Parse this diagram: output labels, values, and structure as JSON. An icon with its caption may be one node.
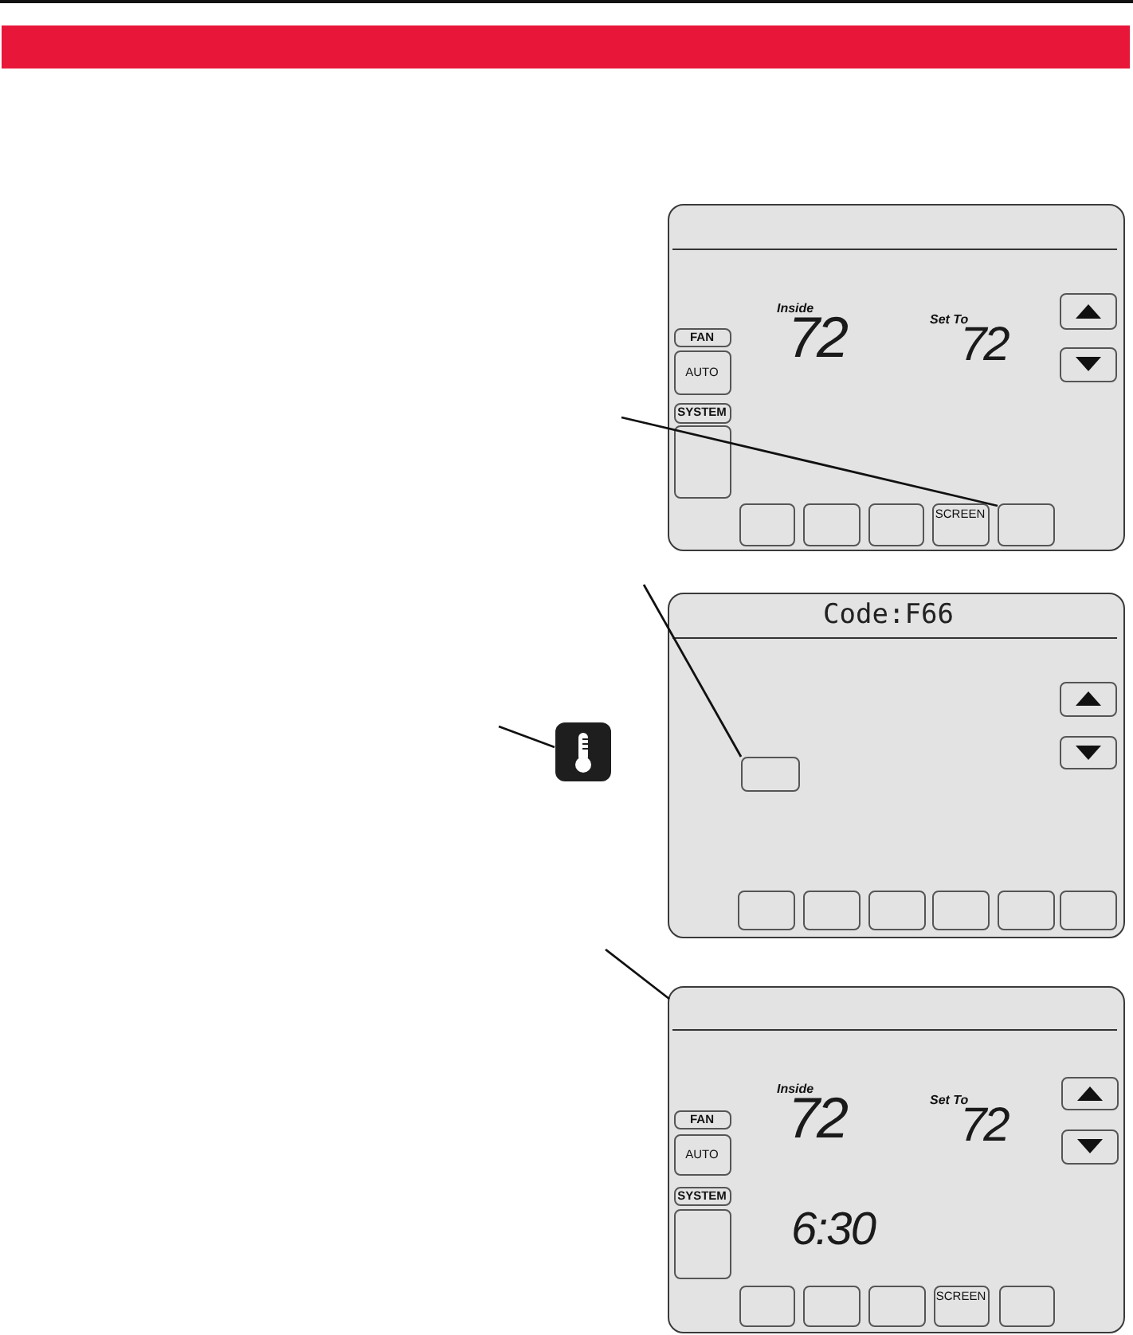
{
  "diagram": {
    "nodes": [
      {
        "text": [
          "Inside",
          "72",
          "Set To",
          "72"
        ]
      },
      {
        "text": [
          "FAN"
        ],
        "in": 0
      },
      {
        "text": [
          "AUTO"
        ],
        "in": 0
      },
      {
        "text": [
          "SYSTEM"
        ],
        "in": 0
      },
      {
        "text": [],
        "shape": "box",
        "in": 0
      },
      {
        "text": [],
        "shape": "box",
        "in": 0
      },
      {
        "text": [],
        "shape": "box",
        "in": 0
      },
      {
        "text": [],
        "shape": "box",
        "in": 0
      },
      {
        "text": [],
        "shape": "box",
        "in": 0
      },
      {
        "text": [],
        "shape": "box",
        "in": 0
      },
      {
        "text": [
          "SCREEN"
        ],
        "in": 0
      },
      {
        "text": [],
        "shape": "box",
        "in": 0
      },
      {
        "text": [
          "Code:F66"
        ]
      },
      {
        "text": [],
        "shape": "box",
        "in": 12
      },
      {
        "text": [],
        "shape": "box",
        "in": 12
      },
      {
        "text": [],
        "shape": "box",
        "in": 12
      },
      {
        "text": [],
        "shape": "box",
        "in": 12
      },
      {
        "text": [],
        "shape": "box",
        "in": 12
      },
      {
        "text": [],
        "shape": "box",
        "in": 12
      },
      {
        "text": [],
        "shape": "box",
        "in": 12
      },
      {
        "text": [],
        "shape": "box",
        "in": 12
      },
      {
        "text": [],
        "shape": "box",
        "in": 12
      },
      {
        "text": [],
        "shape": "picture"
      },
      {
        "text": [
          "Inside",
          "72",
          "Set To",
          "72",
          "6:30"
        ]
      },
      {
        "text": [
          "FAN"
        ],
        "in": 23
      },
      {
        "text": [
          "AUTO"
        ],
        "in": 23
      },
      {
        "text": [
          "SYSTEM"
        ],
        "in": 23
      },
      {
        "text": [],
        "shape": "box",
        "in": 23
      },
      {
        "text": [],
        "shape": "box",
        "in": 23
      },
      {
        "text": [],
        "shape": "box",
        "in": 23
      },
      {
        "text": [],
        "shape": "box",
        "in": 23
      },
      {
        "text": [],
        "shape": "box",
        "in": 23
      },
      {
        "text": [],
        "shape": "box",
        "in": 23
      },
      {
        "text": [
          "SCREEN"
        ],
        "in": 23
      },
      {
        "text": [],
        "shape": "box",
        "in": 23
      }
    ],
    "edges": [
      {
        "from": null,
        "to": 11,
        "arrow": "none"
      },
      {
        "from": null,
        "to": 15,
        "arrow": "none"
      },
      {
        "from": null,
        "to": 22,
        "arrow": "none"
      },
      {
        "from": null,
        "to": 23,
        "arrow": "none"
      }
    ]
  }
}
